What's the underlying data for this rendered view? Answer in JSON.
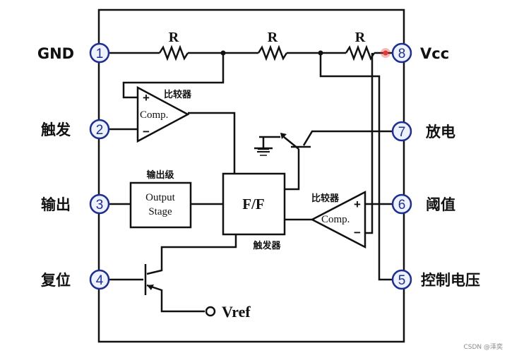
{
  "pins": {
    "p1": {
      "num": "1",
      "label": "GND"
    },
    "p2": {
      "num": "2",
      "label": "触发"
    },
    "p3": {
      "num": "3",
      "label": "输出"
    },
    "p4": {
      "num": "4",
      "label": "复位"
    },
    "p5": {
      "num": "5",
      "label": "控制电压"
    },
    "p6": {
      "num": "6",
      "label": "阈值"
    },
    "p7": {
      "num": "7",
      "label": "放电"
    },
    "p8": {
      "num": "8",
      "label": "Vcc"
    }
  },
  "resistor_label": "R",
  "comparator_top": {
    "title": "比较器",
    "text": "Comp.",
    "plus": "+",
    "minus": "−"
  },
  "comparator_bottom": {
    "title": "比较器",
    "text": "Comp.",
    "plus": "+",
    "minus": "−"
  },
  "output_stage": {
    "title": "输出级",
    "line1": "Output",
    "line2": "Stage"
  },
  "flipflop": {
    "text": "F/F",
    "title": "触发器"
  },
  "vref_label": "Vref",
  "watermark": "CSDN @泽奕",
  "colors": {
    "pin_outline": "#1f2f8f",
    "pin_fill": "#eef2ff",
    "wire": "#111111",
    "highlight": "#e53935"
  }
}
